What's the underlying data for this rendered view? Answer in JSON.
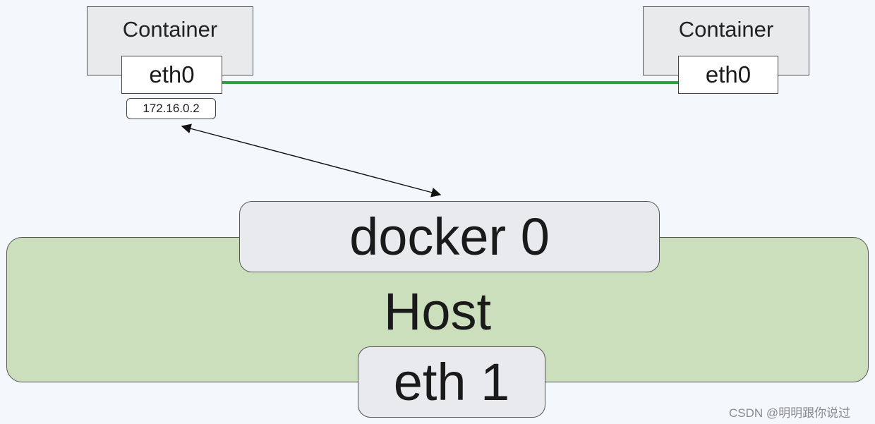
{
  "left_container": {
    "title": "Container",
    "interface": "eth0",
    "ip": "172.16.0.2"
  },
  "right_container": {
    "title": "Container",
    "interface": "eth0"
  },
  "host": {
    "label": "Host",
    "bridge": "docker 0",
    "interface": "eth 1"
  },
  "watermark": "CSDN @明明跟你说过",
  "colors": {
    "veth_link": "#2ea043",
    "host_fill": "#cbdfbd",
    "box_fill": "#e8eaec",
    "background": "#f4f8fc"
  }
}
